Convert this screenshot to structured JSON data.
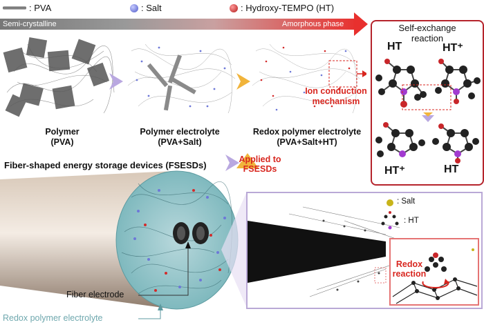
{
  "legend": {
    "pva": ": PVA",
    "salt": ": Salt",
    "ht": ": Hydroxy-TEMPO (HT)"
  },
  "phase_bar": {
    "left": "Semi-crystalline",
    "right": "Amorphous phase"
  },
  "stages": [
    {
      "title": "Polymer",
      "sub": "(PVA)"
    },
    {
      "title": "Polymer electrolyte",
      "sub": "(PVA+Salt)"
    },
    {
      "title": "Redox polymer electrolyte",
      "sub": "(PVA+Salt+HT)"
    }
  ],
  "ion_conduction": {
    "line1": "Ion conduction",
    "line2": "mechanism"
  },
  "self_exchange": {
    "title1": "Self-exchange",
    "title2": "reaction",
    "top_left": "HT",
    "top_right": "HT⁺",
    "bottom_left": "HT⁺",
    "bottom_right": "HT"
  },
  "fsesd_title": "Fiber-shaped energy storage devices (FSESDs)",
  "applied": {
    "line1": "Applied to",
    "line2": "FSESDs"
  },
  "fiber_labels": {
    "electrode": "Fiber electrode",
    "electrolyte": "Redox polymer electrolyte"
  },
  "zoom_panel": {
    "salt": ": Salt",
    "ht": ": HT",
    "redox1": "Redox",
    "redox2": "reaction"
  },
  "colors": {
    "accent_red": "#d8261f",
    "salt_blue": "#6d78d8",
    "ht_red": "#d32a2a",
    "electrolyte_teal": "#7fb9be",
    "panel_purple": "#b9a8d6"
  }
}
